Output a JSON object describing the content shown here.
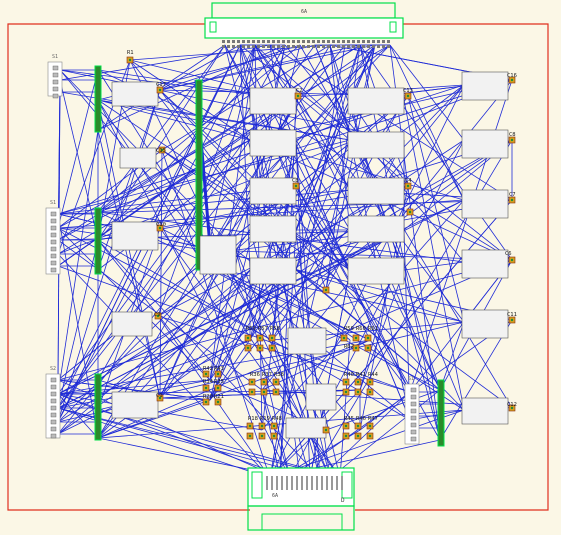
{
  "board": {
    "background": "#fbf7e6",
    "outline_color": "#e0301e",
    "trace_color": "#1f2bd6",
    "silkscreen_color": "#00e04a",
    "component_body_color": "#f2f2f2",
    "pad_color": "#d4a020"
  },
  "connectors": [
    {
      "id": "top",
      "label": "6A"
    },
    {
      "id": "bottom",
      "label": "6A"
    },
    {
      "id": "bottom_pin",
      "label": "D"
    }
  ],
  "headers": [
    {
      "id": "h1",
      "label": "S1"
    },
    {
      "id": "h2",
      "label": "S1"
    },
    {
      "id": "h3",
      "label": "S2"
    },
    {
      "id": "h4",
      "label": "S1"
    }
  ],
  "designators": [
    "C17",
    "C16",
    "C15",
    "C13",
    "C2",
    "C8",
    "C6",
    "C7",
    "C3",
    "C4",
    "C11",
    "C9",
    "C10",
    "C12",
    "C1",
    "R1",
    "R56",
    "R57",
    "R58",
    "R59",
    "R60",
    "R61",
    "R62",
    "R42",
    "R43",
    "R34",
    "R35",
    "R20",
    "R21",
    "R36",
    "R37",
    "R38",
    "R18",
    "R19",
    "R40",
    "R41",
    "R44",
    "R45",
    "R46",
    "R47",
    "R48"
  ]
}
